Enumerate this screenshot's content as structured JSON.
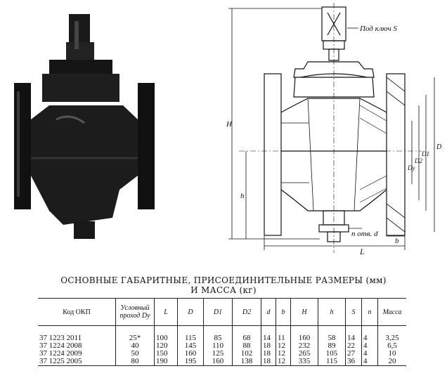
{
  "drawing": {
    "label_key": "Под ключ S",
    "label_holes": "n отв. d",
    "dim_H": "H",
    "dim_h": "h",
    "dim_L": "L",
    "dim_b": "b",
    "dim_Dy": "Dy",
    "dim_D2": "D2",
    "dim_D1": "D1",
    "dim_D": "D"
  },
  "caption": {
    "line1": "ОСНОВНЫЕ ГАБАРИТНЫЕ, ПРИСОЕДИНИТЕЛЬНЫЕ РАЗМЕРЫ (мм)",
    "line2": "И МАССА (кг)"
  },
  "table": {
    "headers": [
      "Код ОКП",
      "Условный проход Dy",
      "L",
      "D",
      "D1",
      "D2",
      "d",
      "b",
      "H",
      "h",
      "S",
      "n",
      "Масса"
    ],
    "rows": [
      [
        "37 1223 2011",
        "25*",
        "100",
        "115",
        "85",
        "68",
        "14",
        "11",
        "160",
        "58",
        "14",
        "4",
        "3,25"
      ],
      [
        "37 1224 2008",
        "40",
        "120",
        "145",
        "110",
        "88",
        "18",
        "12",
        "232",
        "89",
        "22",
        "4",
        "6,5"
      ],
      [
        "37 1224 2009",
        "50",
        "150",
        "160",
        "125",
        "102",
        "18",
        "12",
        "265",
        "105",
        "27",
        "4",
        "10"
      ],
      [
        "37 1225 2005",
        "80",
        "190",
        "195",
        "160",
        "138",
        "18",
        "12",
        "335",
        "115",
        "36",
        "4",
        "20"
      ]
    ]
  }
}
